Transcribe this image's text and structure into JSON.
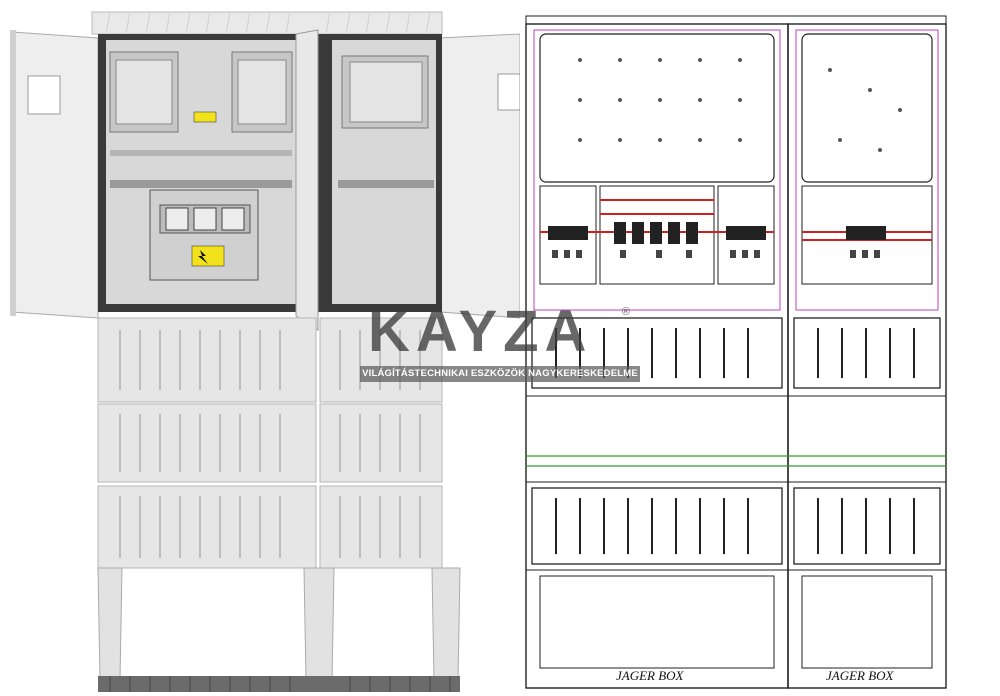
{
  "watermark": {
    "logo_text": "KAYZA",
    "registered_mark": "®",
    "tagline": "VILÁGÍTÁSTECHNIKAI ESZKÖZÖK NAGYKERESKEDELME"
  },
  "drawing": {
    "left_label": "JAGER BOX",
    "right_label": "JAGER BOX"
  },
  "colors": {
    "cabinet_body": "#e6e6e6",
    "cabinet_frame": "#3a3a3a",
    "warning_label": "#f2e21b",
    "drawing_accent_magenta": "#c040c0",
    "drawing_accent_red": "#d02020",
    "drawing_accent_green": "#2aa02a"
  }
}
